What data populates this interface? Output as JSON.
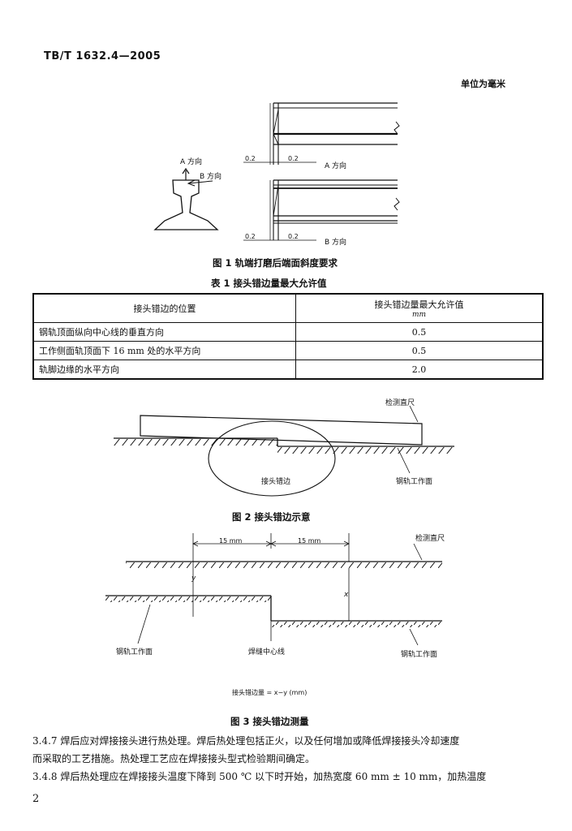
{
  "header": {
    "standard_no": "TB/T 1632.4—2005"
  },
  "unit_note": "单位为毫米",
  "fig1": {
    "label_a_dir": "A 方向",
    "label_b_dir": "B 方向",
    "label_a_dir_bottom": "A 方向",
    "label_b_dir_bottom": "B 方向",
    "dim_a_left": "0.2",
    "dim_a_right": "0.2",
    "dim_b_left": "0.2",
    "dim_b_right": "0.2",
    "caption": "图 1   轨端打磨后端面斜度要求"
  },
  "table1": {
    "caption": "表 1   接头错边量最大允许值",
    "col1_header": "接头错边的位置",
    "col2_header_line1": "接头错边量最大允许值",
    "col2_header_line2": "mm",
    "rows": [
      {
        "position": "钢轨顶面纵向中心线的垂直方向",
        "value": "0.5"
      },
      {
        "position": "工作侧面轨顶面下 16 mm 处的水平方向",
        "value": "0.5"
      },
      {
        "position": "轨脚边缘的水平方向",
        "value": "2.0"
      }
    ]
  },
  "fig2": {
    "label_ruler": "检测直尺",
    "label_offset": "接头错边",
    "label_surface": "钢轨工作面",
    "caption": "图 2   接头错边示意"
  },
  "fig3": {
    "dim_left": "15 mm",
    "dim_right": "15 mm",
    "label_ruler": "检测直尺",
    "label_y": "y",
    "label_x": "x",
    "label_left_surface": "钢轨工作面",
    "label_weld_center": "焊缝中心线",
    "label_right_surface": "钢轨工作面",
    "formula": "接头错边量 = x−y (mm)",
    "caption": "图 3   接头错边测量"
  },
  "paragraphs": {
    "p347_line1": "3.4.7   焊后应对焊接接头进行热处理。焊后热处理包括正火，以及任何增加或降低焊接接头冷却速度",
    "p347_line2": "而采取的工艺措施。热处理工艺应在焊接接头型式检验期间确定。",
    "p348_line1": "3.4.8   焊后热处理应在焊接接头温度下降到 500 ℃ 以下时开始，加热宽度 60 mm ± 10 mm，加热温度"
  },
  "page_number": "2"
}
